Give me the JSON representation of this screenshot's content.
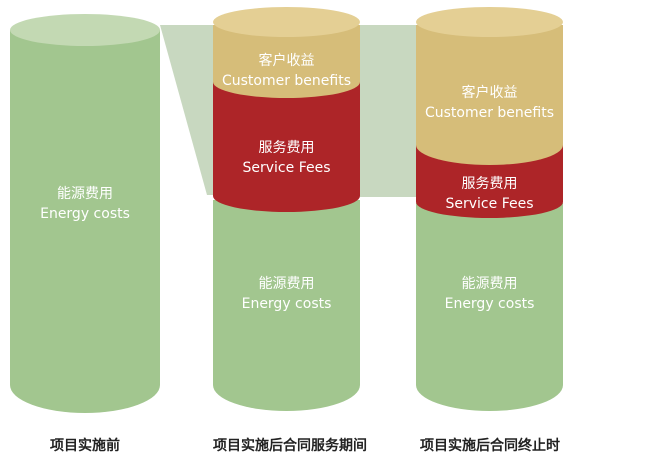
{
  "colors": {
    "energy": "#a2c68f",
    "energy_top": "#c3d9b3",
    "service": "#ad2528",
    "customer": "#d6bd79",
    "customer_top": "#e4cf94",
    "connector": "#c8d8c0"
  },
  "columns": [
    {
      "caption": "项目实施前",
      "segments": [
        {
          "key": "energy",
          "label_cn": "能源费用",
          "label_en": "Energy costs"
        }
      ]
    },
    {
      "caption": "项目实施后合同服务期间",
      "segments": [
        {
          "key": "customer",
          "label_cn": "客户收益",
          "label_en": "Customer benefits"
        },
        {
          "key": "service",
          "label_cn": "服务费用",
          "label_en": "Service Fees"
        },
        {
          "key": "energy",
          "label_cn": "能源费用",
          "label_en": "Energy costs"
        }
      ]
    },
    {
      "caption": "项目实施后合同终止时",
      "segments": [
        {
          "key": "customer",
          "label_cn": "客户收益",
          "label_en": "Customer benefits"
        },
        {
          "key": "service",
          "label_cn": "服务费用",
          "label_en": "Service Fees"
        },
        {
          "key": "energy",
          "label_cn": "能源费用",
          "label_en": "Energy costs"
        }
      ]
    }
  ]
}
